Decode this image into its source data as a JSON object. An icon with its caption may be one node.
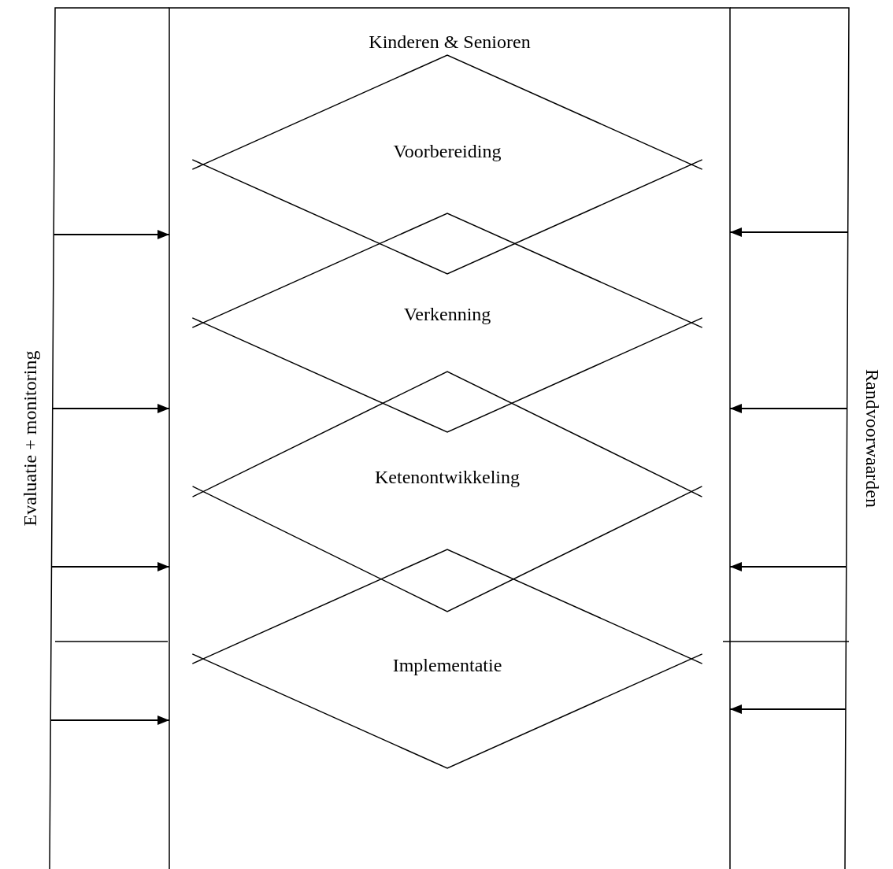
{
  "diagram": {
    "nodes": [
      {
        "text": [
          "Evaluatie + monitoring"
        ]
      },
      {
        "text": [
          "Kinderen & Senioren"
        ]
      },
      {
        "text": [
          "Voorbereiding"
        ],
        "in": 1
      },
      {
        "text": [
          "Verkenning"
        ],
        "in": 1
      },
      {
        "text": [
          "Ketenontwikkeling"
        ],
        "in": 1
      },
      {
        "text": [
          "Implementatie"
        ],
        "in": 1
      },
      {
        "text": [
          "Randvoorwaarden"
        ]
      }
    ],
    "edges": [
      {
        "from": 0,
        "to": 1,
        "arrow": "to"
      },
      {
        "from": 0,
        "to": 1,
        "arrow": "to"
      },
      {
        "from": 0,
        "to": 1,
        "arrow": "to"
      },
      {
        "from": 0,
        "to": 1,
        "arrow": "to"
      },
      {
        "from": 6,
        "to": 1,
        "arrow": "to"
      },
      {
        "from": 6,
        "to": 1,
        "arrow": "to"
      },
      {
        "from": 6,
        "to": 1,
        "arrow": "to"
      },
      {
        "from": 6,
        "to": 1,
        "arrow": "to"
      }
    ]
  }
}
